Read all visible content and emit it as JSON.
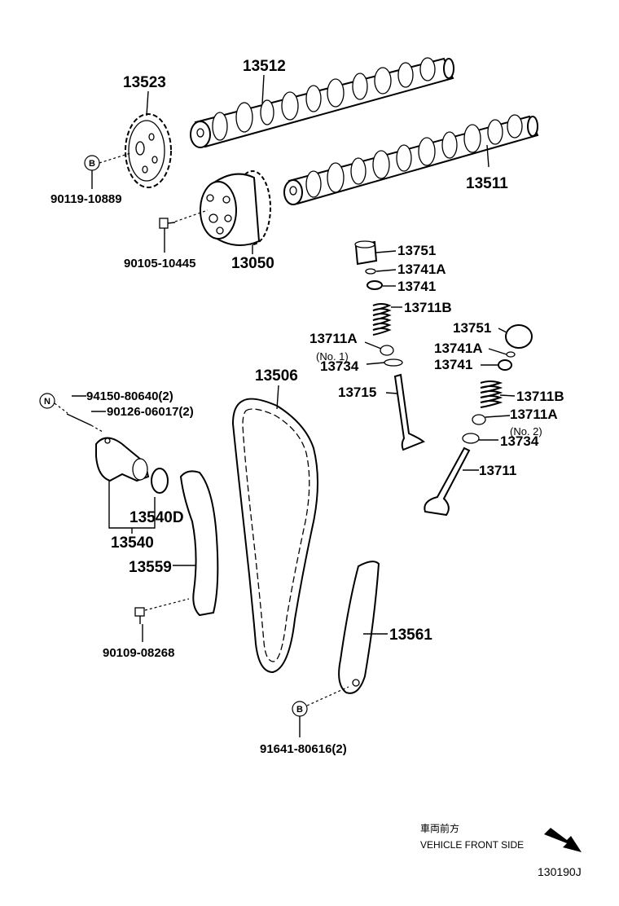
{
  "parts": {
    "p13512": "13512",
    "p13523": "13523",
    "p13511": "13511",
    "p90119": "90119-10889",
    "p90105": "90105-10445",
    "p13050": "13050",
    "p13751a": "13751",
    "p13741Aa": "13741A",
    "p13741a": "13741",
    "p13711Ba": "13711B",
    "p13711Aa": "13711A",
    "p13734a": "13734",
    "p13715": "13715",
    "p13751b": "13751",
    "p13741Ab": "13741A",
    "p13741b": "13741",
    "p13711Bb": "13711B",
    "p13711Ab": "13711A",
    "p13734b": "13734",
    "p13711": "13711",
    "p13506": "13506",
    "p94150": "94150-80640(2)",
    "p90126": "90126-06017(2)",
    "p13540D": "13540D",
    "p13540": "13540",
    "p13559": "13559",
    "p90109": "90109-08268",
    "p13561": "13561",
    "p91641": "91641-80616(2)"
  },
  "notes": {
    "no1": "(No. 1)",
    "no2": "(No. 2)"
  },
  "badges": {
    "b1": "B",
    "n1": "N",
    "b2": "B"
  },
  "footer": {
    "front_jp": "車両前方",
    "front_en": "VEHICLE FRONT SIDE",
    "diagram_code": "130190J"
  }
}
